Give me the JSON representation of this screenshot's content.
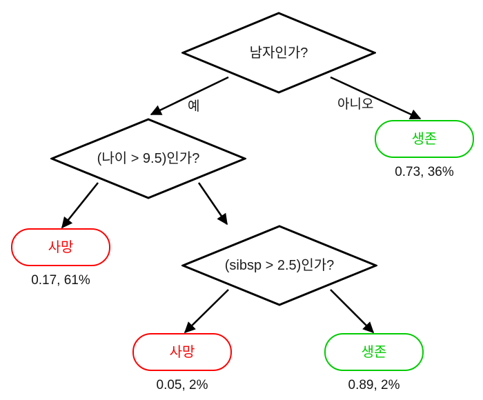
{
  "diagram": {
    "title": "",
    "type": "decision-tree",
    "colors": {
      "outline": "#000000",
      "died": "#ff0000",
      "survived": "#00cc00",
      "text": "#141414",
      "background": "#ffffff"
    },
    "nodes": [
      {
        "id": "root",
        "kind": "decision",
        "label": "남자인가?"
      },
      {
        "id": "age",
        "kind": "decision",
        "label": "(나이 > 9.5)인가?"
      },
      {
        "id": "sibsp",
        "kind": "decision",
        "label": "(sibsp > 2.5)인가?"
      },
      {
        "id": "leaf-survived-top",
        "kind": "leaf",
        "label": "생존",
        "caption": "0.73, 36%",
        "outcome": "survived",
        "probability": 0.73,
        "share": "36%"
      },
      {
        "id": "leaf-died-left",
        "kind": "leaf",
        "label": "사망",
        "caption": "0.17, 61%",
        "outcome": "died",
        "probability": 0.17,
        "share": "61%"
      },
      {
        "id": "leaf-died-bottom",
        "kind": "leaf",
        "label": "사망",
        "caption": "0.05, 2%",
        "outcome": "died",
        "probability": 0.05,
        "share": "2%"
      },
      {
        "id": "leaf-survived-bottom",
        "kind": "leaf",
        "label": "생존",
        "caption": "0.89, 2%",
        "outcome": "survived",
        "probability": 0.89,
        "share": "2%"
      }
    ],
    "edges": [
      {
        "id": "root-yes",
        "from": "root",
        "to": "age",
        "label": "예"
      },
      {
        "id": "root-no",
        "from": "root",
        "to": "leaf-survived-top",
        "label": "아니오"
      },
      {
        "id": "age-left",
        "from": "age",
        "to": "leaf-died-left",
        "label": ""
      },
      {
        "id": "age-right",
        "from": "age",
        "to": "sibsp",
        "label": ""
      },
      {
        "id": "sibsp-left",
        "from": "sibsp",
        "to": "leaf-died-bottom",
        "label": ""
      },
      {
        "id": "sibsp-right",
        "from": "sibsp",
        "to": "leaf-survived-bottom",
        "label": ""
      }
    ]
  }
}
